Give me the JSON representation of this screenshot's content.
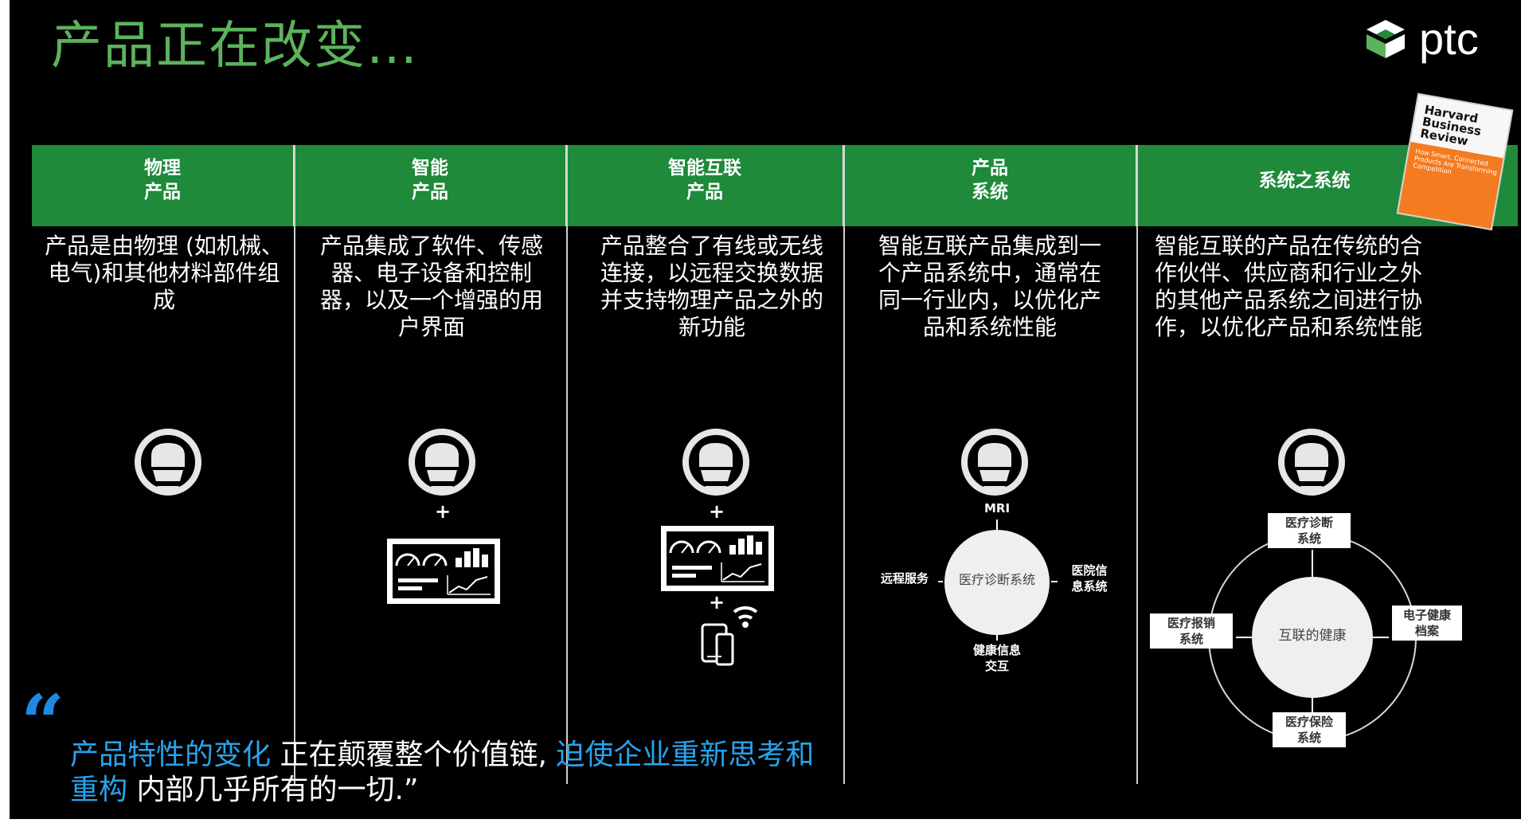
{
  "slide": {
    "title": "产品正在改变…",
    "logo_text": "ptc",
    "hbr_title": "Harvard\nBusiness\nReview",
    "hbr_subtitle": "How Smart, Connected Products Are Transforming Competition"
  },
  "columns": [
    {
      "title": "物理\n产品",
      "desc": "产品是由物理 (如机械、电气)和其他材料部件组成"
    },
    {
      "title": "智能\n产品",
      "desc": "产品集成了软件、传感器、电子设备和控制器，以及一个增强的用户界面"
    },
    {
      "title": "智能互联\n产品",
      "desc": "产品整合了有线或无线连接，以远程交换数据并支持物理产品之外的新功能"
    },
    {
      "title": "产品\n系统",
      "desc": "智能互联产品集成到一个产品系统中，通常在同一行业内，以优化产品和系统性能"
    },
    {
      "title": "系统之系统",
      "desc": "智能互联的产品在传统的合作伙伴、供应商和行业之外的其他产品系统之间进行协作，以优化产品和系统性能"
    }
  ],
  "plus": "+",
  "product_system": {
    "top": "MRI",
    "center": "医疗诊断系统",
    "left": "远程服务",
    "right": "医院信\n息系统",
    "bottom": "健康信息\n交互"
  },
  "system_of_systems": {
    "center": "互联的健康",
    "top": "医疗诊断\n系统",
    "left": "医疗报销\n系统",
    "right": "电子健康\n档案",
    "bottom": "医疗保险\n系统"
  },
  "quote": {
    "mark": "“",
    "part1": "产品特性的变化",
    "part2": " 正在颠覆整个价值链, ",
    "part3": "迫使企业重新思考和重构",
    "part4": " 内部几乎所有的一切.”"
  },
  "colors": {
    "green": "#1e8a3a",
    "title_green": "#5cb35c",
    "quote_blue": "#29a3ec",
    "background": "#000000"
  }
}
